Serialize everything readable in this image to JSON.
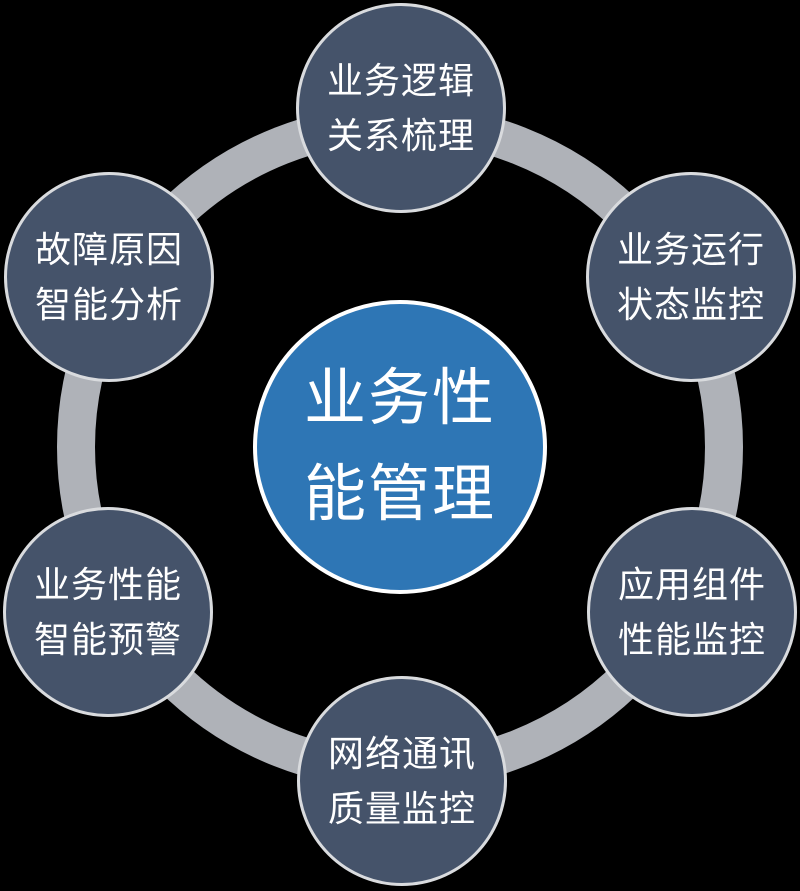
{
  "colors": {
    "background": "#000000",
    "hub_fill": "#2e76b5",
    "hub_border": "#ffffff",
    "node_fill": "#45536a",
    "node_border": "#d9dbde",
    "ring": "#afb2b8",
    "text": "#ffffff"
  },
  "hub": {
    "line1": "业务性",
    "line2": "能管理"
  },
  "nodes": [
    {
      "position": "top",
      "line1": "业务逻辑",
      "line2": "关系梳理"
    },
    {
      "position": "top-right",
      "line1": "业务运行",
      "line2": "状态监控"
    },
    {
      "position": "bottom-right",
      "line1": "应用组件",
      "line2": "性能监控"
    },
    {
      "position": "bottom",
      "line1": "网络通讯",
      "line2": "质量监控"
    },
    {
      "position": "bottom-left",
      "line1": "业务性能",
      "line2": "智能预警"
    },
    {
      "position": "top-left",
      "line1": "故障原因",
      "line2": "智能分析"
    }
  ]
}
